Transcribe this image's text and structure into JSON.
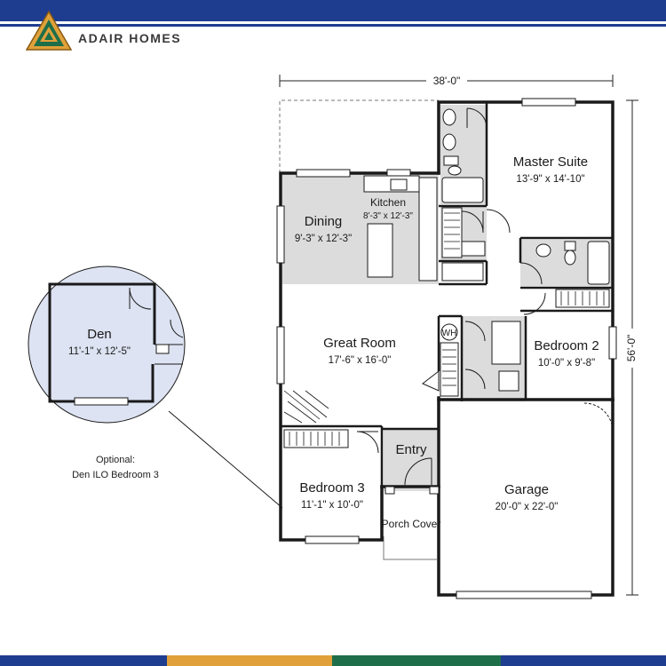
{
  "header": {
    "brand": "ADAIR HOMES",
    "colors": {
      "band": "#1e3d8f",
      "logo_orange": "#e0a13a",
      "logo_green": "#1f6e4a"
    }
  },
  "plan": {
    "overall_width": "38'-0\"",
    "overall_depth": "56'-0\"",
    "rooms": {
      "master": {
        "name": "Master Suite",
        "size": "13'-9\" x 14'-10\""
      },
      "kitchen": {
        "name": "Kitchen",
        "size": "8'-3\" x 12'-3\""
      },
      "dining": {
        "name": "Dining",
        "size": "9'-3\" x 12'-3\""
      },
      "great": {
        "name": "Great Room",
        "size": "17'-6\" x 16'-0\""
      },
      "bed2": {
        "name": "Bedroom 2",
        "size": "10'-0\" x 9'-8\""
      },
      "bed3": {
        "name": "Bedroom 3",
        "size": "11'-1\" x 10'-0\""
      },
      "entry": {
        "name": "Entry"
      },
      "porch": {
        "name": "Porch Cover"
      },
      "garage": {
        "name": "Garage",
        "size": "20'-0\" x 22'-0\""
      },
      "wh": {
        "name": "WH"
      }
    },
    "optional": {
      "den": {
        "name": "Den",
        "size": "11'-1\" x 12'-5\""
      },
      "caption_line1": "Optional:",
      "caption_line2": "Den ILO Bedroom 3"
    }
  },
  "footer": {
    "stripes": [
      "#1e3d8f",
      "#e0a13a",
      "#1f6e4a",
      "#1e3d8f"
    ]
  }
}
